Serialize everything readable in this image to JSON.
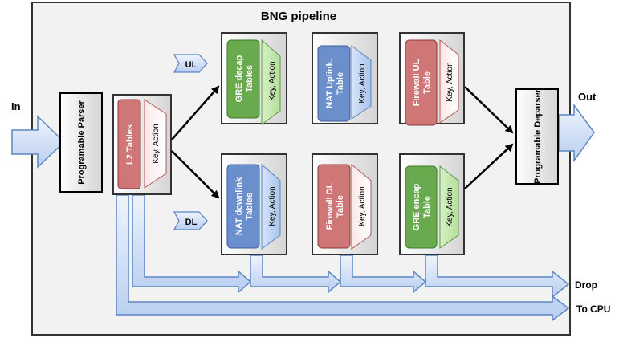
{
  "title": "BNG pipeline",
  "labels": {
    "in": "In",
    "out": "Out",
    "drop": "Drop",
    "to_cpu": "To CPU",
    "ul": "UL",
    "dl": "DL"
  },
  "parser": {
    "label": "Programable Parser"
  },
  "deparser": {
    "label": "Programable Deparser"
  },
  "key_action": "Key, Action",
  "tables": {
    "l2": "L2 Tables",
    "gre_decap": "GRE decap Tables",
    "nat_uplink": "NAT Uplink. Table",
    "firewall_ul": "Firewall UL Table",
    "nat_downlink": "NAT downlink Tables",
    "firewall_dl": "Firewall DL Table",
    "gre_encap": "GRE encap Table"
  },
  "colors": {
    "green": "#6aaa4e",
    "blue": "#6b8fcc",
    "red": "#cf7676",
    "arrow_fill": "#dbe8fa",
    "arrow_stroke": "#5d86c4",
    "frame_bg": "#f2f2f2"
  }
}
